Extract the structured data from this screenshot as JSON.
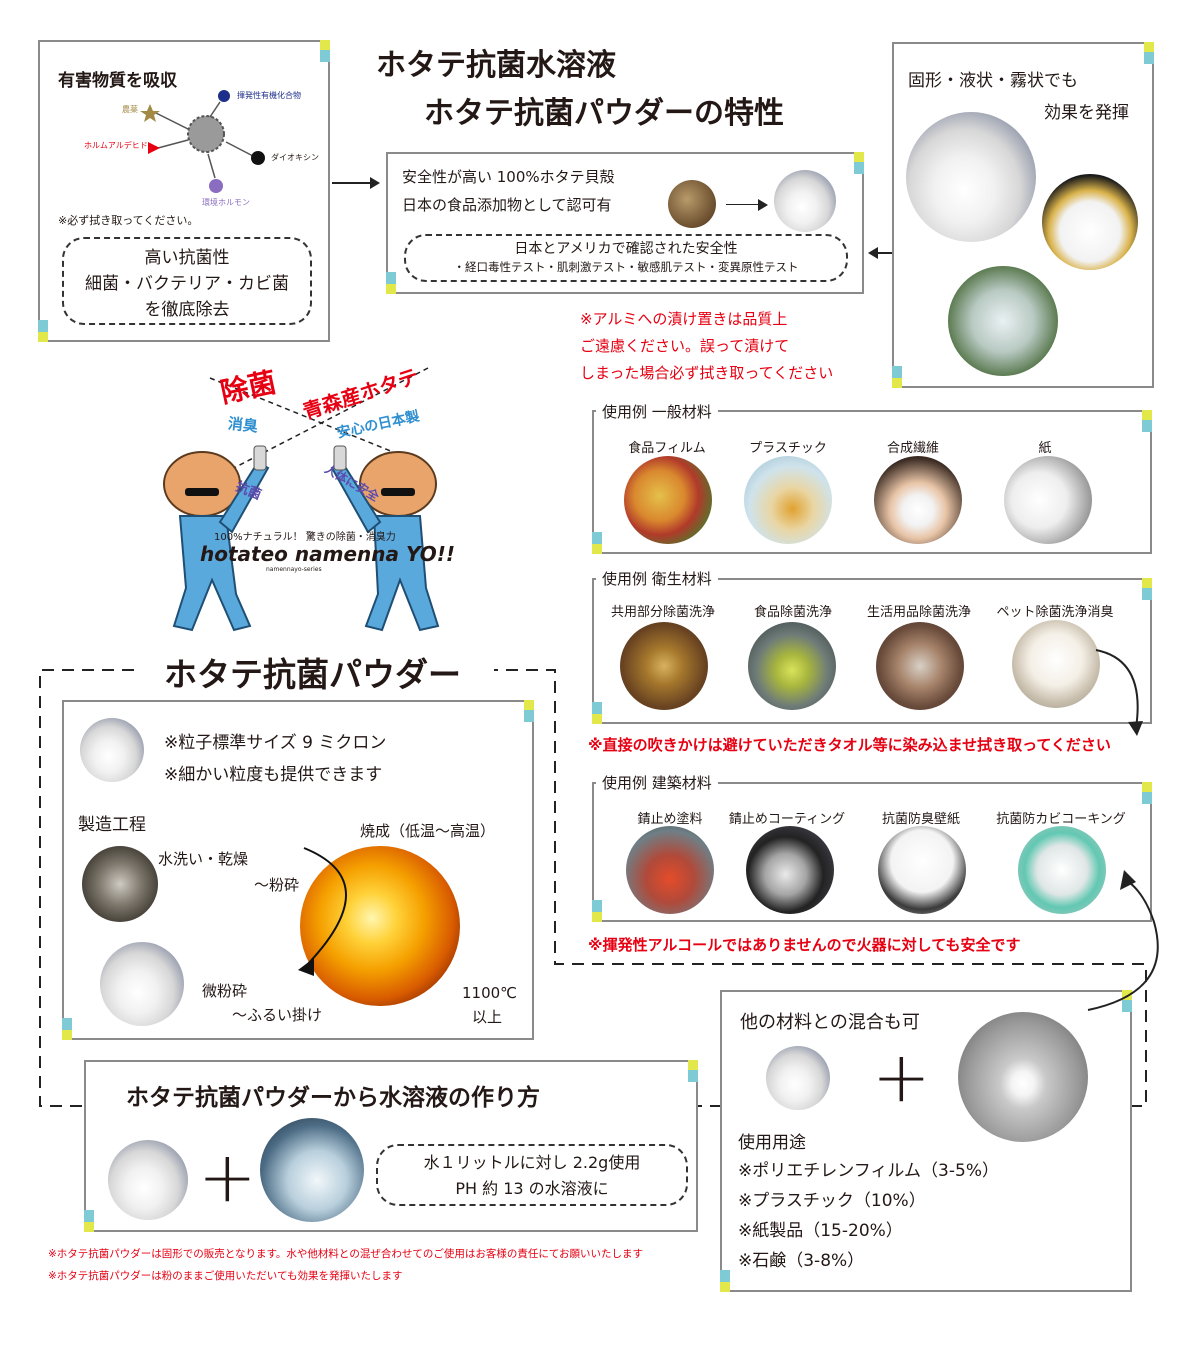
{
  "title": {
    "line1": "ホタテ抗菌水溶液",
    "line2": "ホタテ抗菌パウダーの特性"
  },
  "absorb": {
    "heading": "有害物質を吸収",
    "labels": [
      "揮発性有機化合物",
      "農薬",
      "ホルムアルデヒド",
      "ダイオキシン",
      "環境ホルモン"
    ],
    "note": "※必ず拭き取ってください。",
    "bubble": [
      "高い抗菌性",
      "細菌・バクテリア・カビ菌",
      "を徹底除去"
    ]
  },
  "safety": {
    "line1": "安全性が高い 100%ホタテ貝殻",
    "line2": "日本の食品添加物として認可有",
    "bubble_title": "日本とアメリカで確認された安全性",
    "bubble_tests": "・経口毒性テスト・肌刺激テスト・敏感肌テスト・変異原性テスト"
  },
  "forms": {
    "line1": "固形・液状・霧状でも",
    "line2": "効果を発揮"
  },
  "aluminum_note": [
    "※アルミへの漬け置きは品質上",
    "ご遠慮ください。誤って漬けて",
    "しまった場合必ず拭き取ってください"
  ],
  "mascot": {
    "word_red": "除菌",
    "word_red2": "青森産ホタテ",
    "word_blue": "消臭",
    "word_blue2": "安心の日本製",
    "word_purple": "抗菌",
    "word_purple2": "人体に安全",
    "tagline": "100%ナチュラル！ 驚きの除菌・消臭力",
    "brand": "hotateo namenna YO!!",
    "series": "namennayo-series"
  },
  "general": {
    "label": "使用例 一般材料",
    "items": [
      "食品フィルム",
      "プラスチック",
      "合成繊維",
      "紙"
    ]
  },
  "hygiene": {
    "label": "使用例 衛生材料",
    "items": [
      "共用部分除菌洗浄",
      "食品除菌洗浄",
      "生活用品除菌洗浄",
      "ペット除菌洗浄消臭"
    ]
  },
  "spray_note": "※直接の吹きかけは避けていただきタオル等に染み込ませ拭き取ってください",
  "building": {
    "label": "使用例 建築材料",
    "items": [
      "錆止め塗料",
      "錆止めコーティング",
      "抗菌防臭壁紙",
      "抗菌防カビコーキング"
    ]
  },
  "fire_note": "※揮発性アルコールではありませんので火器に対しても安全です",
  "powder": {
    "title": "ホタテ抗菌パウダー",
    "size1": "※粒子標準サイズ 9 ミクロン",
    "size2": "※細かい粒度も提供できます",
    "process_title": "製造工程",
    "step1a": "水洗い・乾燥",
    "step1b": "～粉砕",
    "step2": "焼成（低温～高温）",
    "temp1": "1100℃",
    "temp2": "以上",
    "step3a": "微粉砕",
    "step3b": "～ふるい掛け"
  },
  "howto": {
    "title": "ホタテ抗菌パウダーから水溶液の作り方",
    "bubble1": "水１リットルに対し 2.2g使用",
    "bubble2": "PH 約 13 の水溶液に"
  },
  "mix": {
    "title": "他の材料との混合も可",
    "uses_title": "使用用途",
    "uses": [
      "※ポリエチレンフィルム（3-5%）",
      "※プラスチック（10%）",
      "※紙製品（15-20%）",
      "※石鹸（3-8%）"
    ]
  },
  "footer": [
    "※ホタテ抗菌パウダーは固形での販売となります。水や他材料との混ぜ合わせてのご使用はお客様の責任にてお願いいたします",
    "※ホタテ抗菌パウダーは粉のままご使用いただいても効果を発揮いたします"
  ]
}
